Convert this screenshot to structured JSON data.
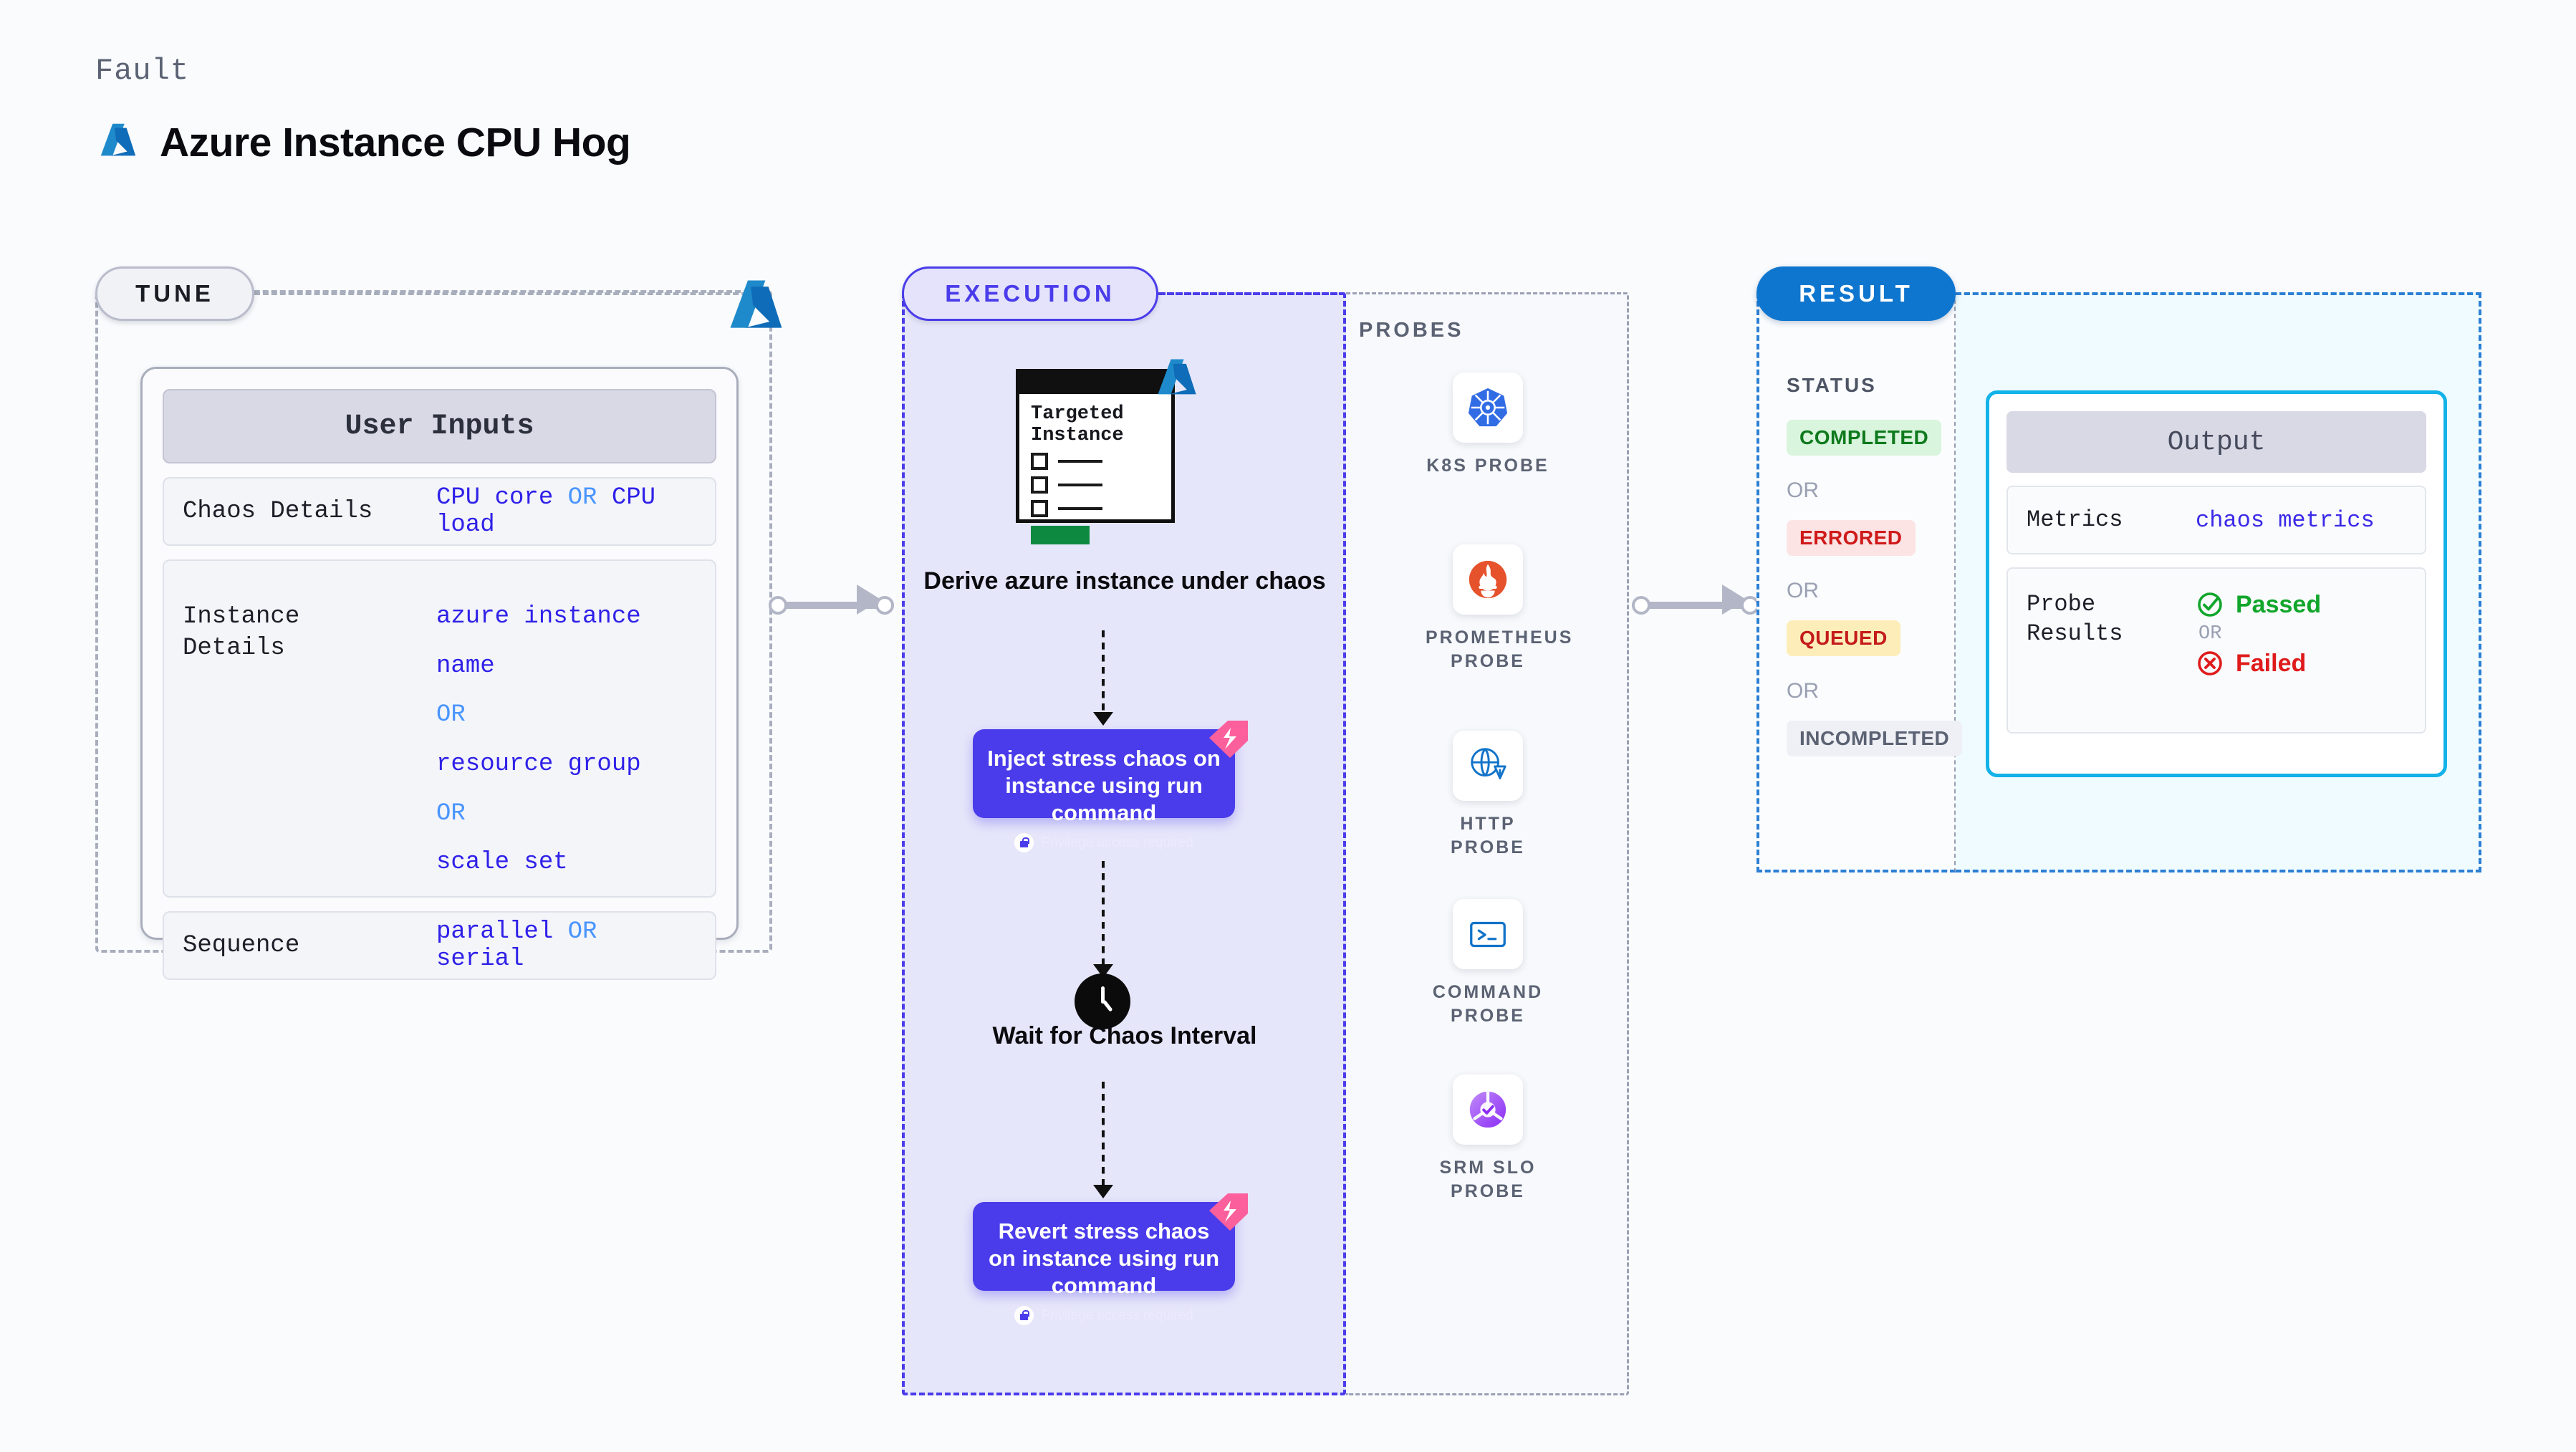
{
  "header": {
    "eyebrow": "Fault",
    "title": "Azure Instance CPU Hog",
    "logo_icon": "azure-logo"
  },
  "tune": {
    "pill_label": "TUNE",
    "card_title": "User Inputs",
    "rows": [
      {
        "key": "Chaos Details",
        "value": "CPU core",
        "or": "OR",
        "value2": "CPU load"
      },
      {
        "key": "Instance Details",
        "values": [
          "azure instance name",
          "OR",
          "resource group",
          "OR",
          "scale set"
        ]
      },
      {
        "key": "Sequence",
        "value": "parallel",
        "or": "OR",
        "value2": "serial"
      }
    ],
    "instance_label_line1": "Instance",
    "instance_label_line2": "Details"
  },
  "execution": {
    "pill_label": "EXECUTION",
    "target_card": {
      "title_line1": "Targeted",
      "title_line2": "Instance"
    },
    "derive_caption": "Derive azure instance under chaos",
    "step1": {
      "title": "Inject stress chaos on instance using run command",
      "note": "Privilege access required"
    },
    "wait_caption": "Wait for Chaos Interval",
    "step2": {
      "title": "Revert stress chaos on instance using run command",
      "note": "Privilege access required"
    }
  },
  "probes": {
    "section_label": "PROBES",
    "items": [
      {
        "label": "K8S PROBE",
        "icon": "kubernetes-icon"
      },
      {
        "label": "PROMETHEUS PROBE",
        "icon": "prometheus-icon"
      },
      {
        "label": "HTTP PROBE",
        "icon": "http-globe-icon"
      },
      {
        "label": "COMMAND PROBE",
        "icon": "terminal-icon"
      },
      {
        "label": "SRM SLO PROBE",
        "icon": "srm-slo-icon"
      }
    ]
  },
  "result": {
    "pill_label": "RESULT",
    "status_label": "STATUS",
    "or_label": "OR",
    "statuses": [
      {
        "label": "COMPLETED",
        "color": "#0f7a1d",
        "bg": "#d9f5dd"
      },
      {
        "label": "ERRORED",
        "color": "#cf1a1a",
        "bg": "#fce4e4"
      },
      {
        "label": "QUEUED",
        "color": "#c41b1b",
        "bg": "#fdeeb9"
      },
      {
        "label": "INCOMPLETED",
        "color": "#5b6273",
        "bg": "#eef0f5"
      }
    ],
    "output": {
      "title": "Output",
      "metrics_key": "Metrics",
      "metrics_value": "chaos metrics",
      "probe_key_line1": "Probe",
      "probe_key_line2": "Results",
      "passed": "Passed",
      "failed": "Failed",
      "or": "OR"
    }
  },
  "colors": {
    "accent_purple": "#4a3cea",
    "accent_blue": "#0f76cf",
    "azure_blue": "#1f8acb",
    "cyan": "#13b2e8",
    "pink": "#fb5f9c"
  }
}
